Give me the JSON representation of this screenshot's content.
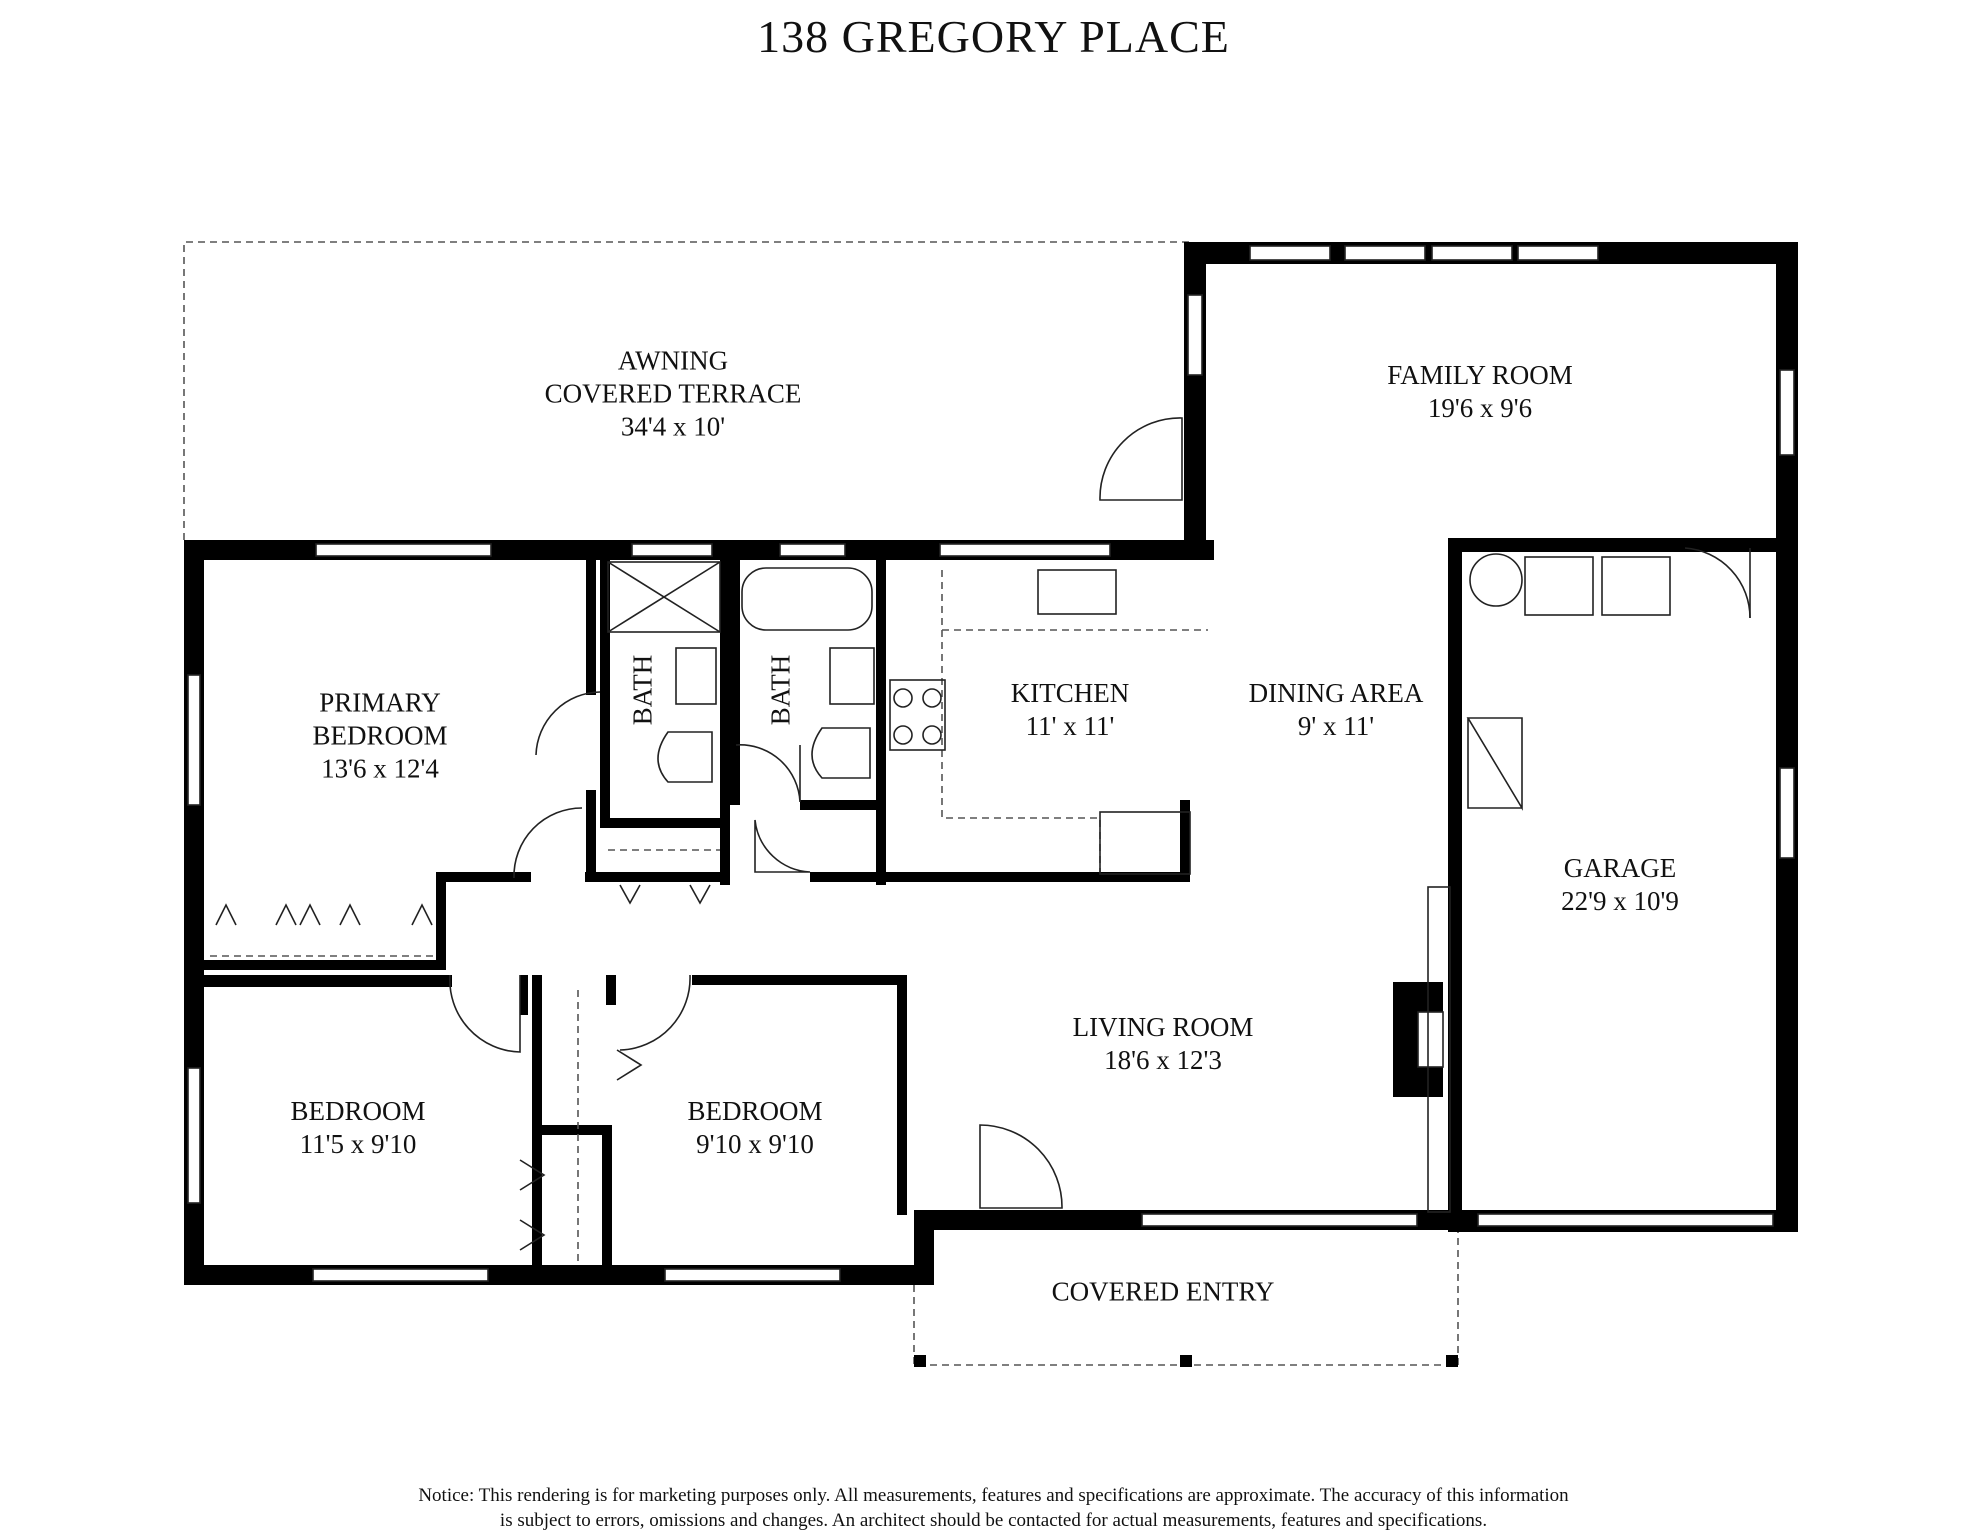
{
  "title": "138 GREGORY PLACE",
  "rooms": {
    "awning": {
      "line1": "AWNING",
      "line2": "COVERED TERRACE",
      "dims": "34'4 x 10'"
    },
    "family_room": {
      "name": "FAMILY ROOM",
      "dims": "19'6 x 9'6"
    },
    "primary_bedroom": {
      "line1": "PRIMARY",
      "line2": "BEDROOM",
      "dims": "13'6 x 12'4"
    },
    "bath_1": {
      "name": "BATH"
    },
    "bath_2": {
      "name": "BATH"
    },
    "kitchen": {
      "name": "KITCHEN",
      "dims": "11' x 11'"
    },
    "dining_area": {
      "name": "DINING AREA",
      "dims": "9' x 11'"
    },
    "garage": {
      "name": "GARAGE",
      "dims": "22'9 x 10'9"
    },
    "living_room": {
      "name": "LIVING ROOM",
      "dims": "18'6 x 12'3"
    },
    "bedroom_1": {
      "name": "BEDROOM",
      "dims": "11'5 x 9'10"
    },
    "bedroom_2": {
      "name": "BEDROOM",
      "dims": "9'10 x 9'10"
    },
    "covered_entry": {
      "name": "COVERED ENTRY"
    }
  },
  "notice": {
    "line1": "Notice: This rendering is for marketing purposes only. All measurements, features and specifications are approximate. The accuracy of this information",
    "line2": "is subject to errors, omissions and changes. An architect should be contacted for actual measurements, features and specifications."
  }
}
